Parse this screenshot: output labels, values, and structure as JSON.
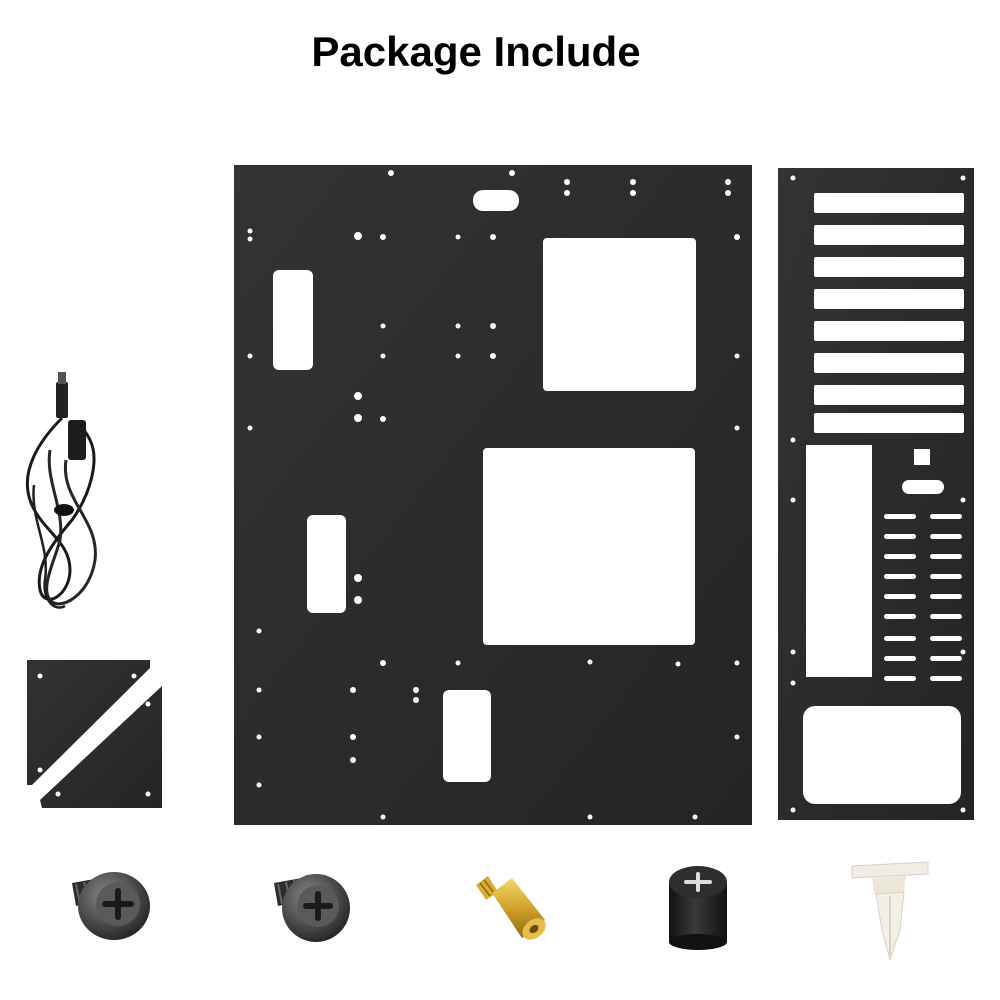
{
  "title": "Package Include",
  "panel_color": "#2b2b2b",
  "components": [
    "motherboard-tray-panel",
    "rear-io-bracket-panel",
    "power-switch-cable",
    "triangle-corner-plates",
    "black-screw",
    "black-screw",
    "brass-standoff",
    "black-spacer-cylinder",
    "white-plastic-rivet"
  ]
}
